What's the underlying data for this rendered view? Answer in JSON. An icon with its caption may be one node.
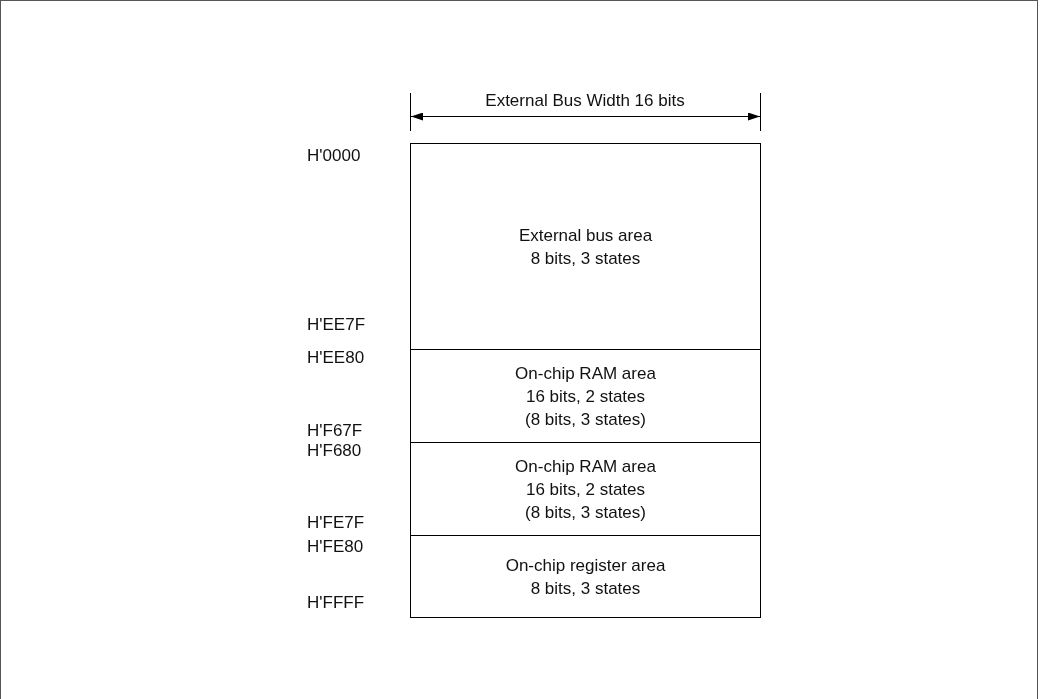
{
  "diagram": {
    "nodes": [
      {
        "text": [
          "External bus area",
          "8 bits, 3 states"
        ]
      },
      {
        "text": [
          "On-chip RAM area",
          "16 bits, 2 states",
          "(8 bits, 3 states)"
        ]
      },
      {
        "text": [
          "On-chip RAM area",
          "16 bits, 2 states",
          "(8 bits, 3 states)"
        ]
      },
      {
        "text": [
          "On-chip register area",
          "8 bits, 3 states"
        ]
      }
    ],
    "labels": [
      "External Bus Width 16 bits",
      "H'0000",
      "H'EE7F",
      "H'EE80",
      "H'F67F",
      "H'F680",
      "H'FE7F",
      "H'FE80",
      "H'FFFF"
    ]
  }
}
